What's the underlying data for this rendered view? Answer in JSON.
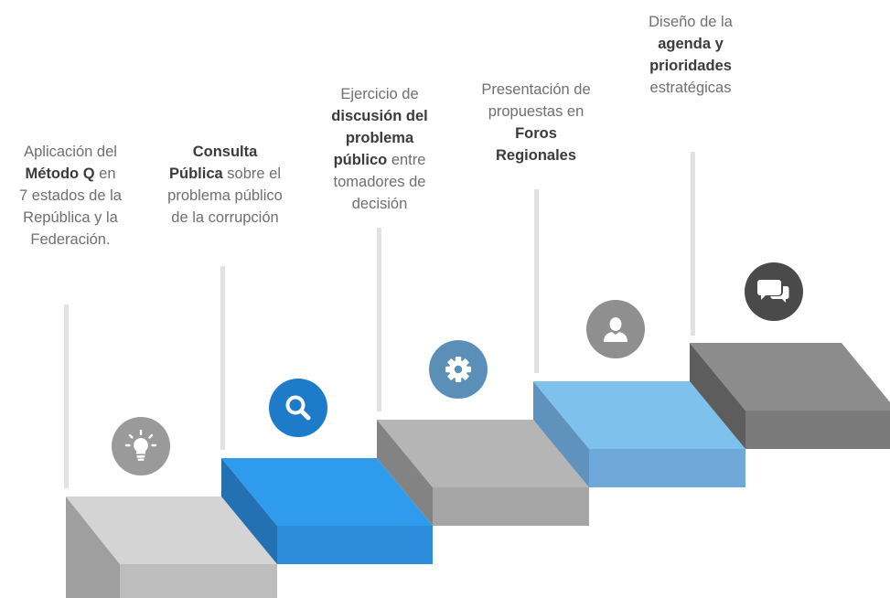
{
  "steps": [
    {
      "icon": "lightbulb-icon",
      "icon_color": "#9a9a9a",
      "parts": [
        {
          "t": "Aplicación del",
          "b": false
        },
        {
          "t": "Método Q",
          "b": true
        },
        {
          "t": "en",
          "b": false
        },
        {
          "t": "7 estados de la",
          "b": false
        },
        {
          "t": "República y la",
          "b": false
        },
        {
          "t": "Federación.",
          "b": false
        }
      ],
      "lines": [
        [
          "0",
          "1",
          "2"
        ],
        [
          "3"
        ],
        [
          "4"
        ],
        [
          "5"
        ]
      ]
    },
    {
      "icon": "search-icon",
      "icon_color": "#1d7bc9",
      "parts": [
        {
          "t": "Consulta",
          "b": true
        },
        {
          "t": "Pública",
          "b": true
        },
        {
          "t": "sobre el",
          "b": false
        },
        {
          "t": "problema público",
          "b": false
        },
        {
          "t": "de la corrupción",
          "b": false
        }
      ],
      "lines": [
        [
          "0"
        ],
        [
          "1",
          "2"
        ],
        [
          "3"
        ],
        [
          "4"
        ]
      ]
    },
    {
      "icon": "gear-icon",
      "icon_color": "#5b8fb8",
      "parts": [
        {
          "t": "Ejercicio de",
          "b": false
        },
        {
          "t": "discusión del",
          "b": true
        },
        {
          "t": "problema",
          "b": true
        },
        {
          "t": "público",
          "b": true
        },
        {
          "t": "entre",
          "b": false
        },
        {
          "t": "tomadores de",
          "b": false
        },
        {
          "t": "decisión",
          "b": false
        }
      ],
      "lines": [
        [
          "0"
        ],
        [
          "1"
        ],
        [
          "2"
        ],
        [
          "3",
          "4"
        ],
        [
          "5"
        ],
        [
          "6"
        ]
      ]
    },
    {
      "icon": "user-icon",
      "icon_color": "#8f8f8f",
      "parts": [
        {
          "t": "Presentación de",
          "b": false
        },
        {
          "t": "propuestas en",
          "b": false
        },
        {
          "t": "Foros",
          "b": true
        },
        {
          "t": "Regionales",
          "b": true
        }
      ],
      "lines": [
        [
          "0"
        ],
        [
          "1"
        ],
        [
          "2"
        ],
        [
          "3"
        ]
      ]
    },
    {
      "icon": "chat-icon",
      "icon_color": "#4a4a4a",
      "parts": [
        {
          "t": "Diseño de la",
          "b": false
        },
        {
          "t": "agenda y",
          "b": true
        },
        {
          "t": "prioridades",
          "b": true
        },
        {
          "t": "estratégicas",
          "b": false
        }
      ],
      "lines": [
        [
          "0"
        ],
        [
          "1"
        ],
        [
          "2"
        ],
        [
          "3"
        ]
      ]
    }
  ],
  "colors": {
    "step1": {
      "top": "#d4d4d4",
      "front": "#bdbdbd",
      "side": "#9f9f9f"
    },
    "step2": {
      "top": "#2f9bec",
      "front": "#2d8ddc",
      "side": "#2370b3"
    },
    "step3": {
      "top": "#b5b5b5",
      "front": "#a5a5a5",
      "side": "#838383"
    },
    "step4": {
      "top": "#7ec1ed",
      "front": "#6ea9d9",
      "side": "#5f92bc"
    },
    "step5": {
      "top": "#8c8c8c",
      "front": "#7a7a7a",
      "side": "#5d5d5d"
    }
  }
}
